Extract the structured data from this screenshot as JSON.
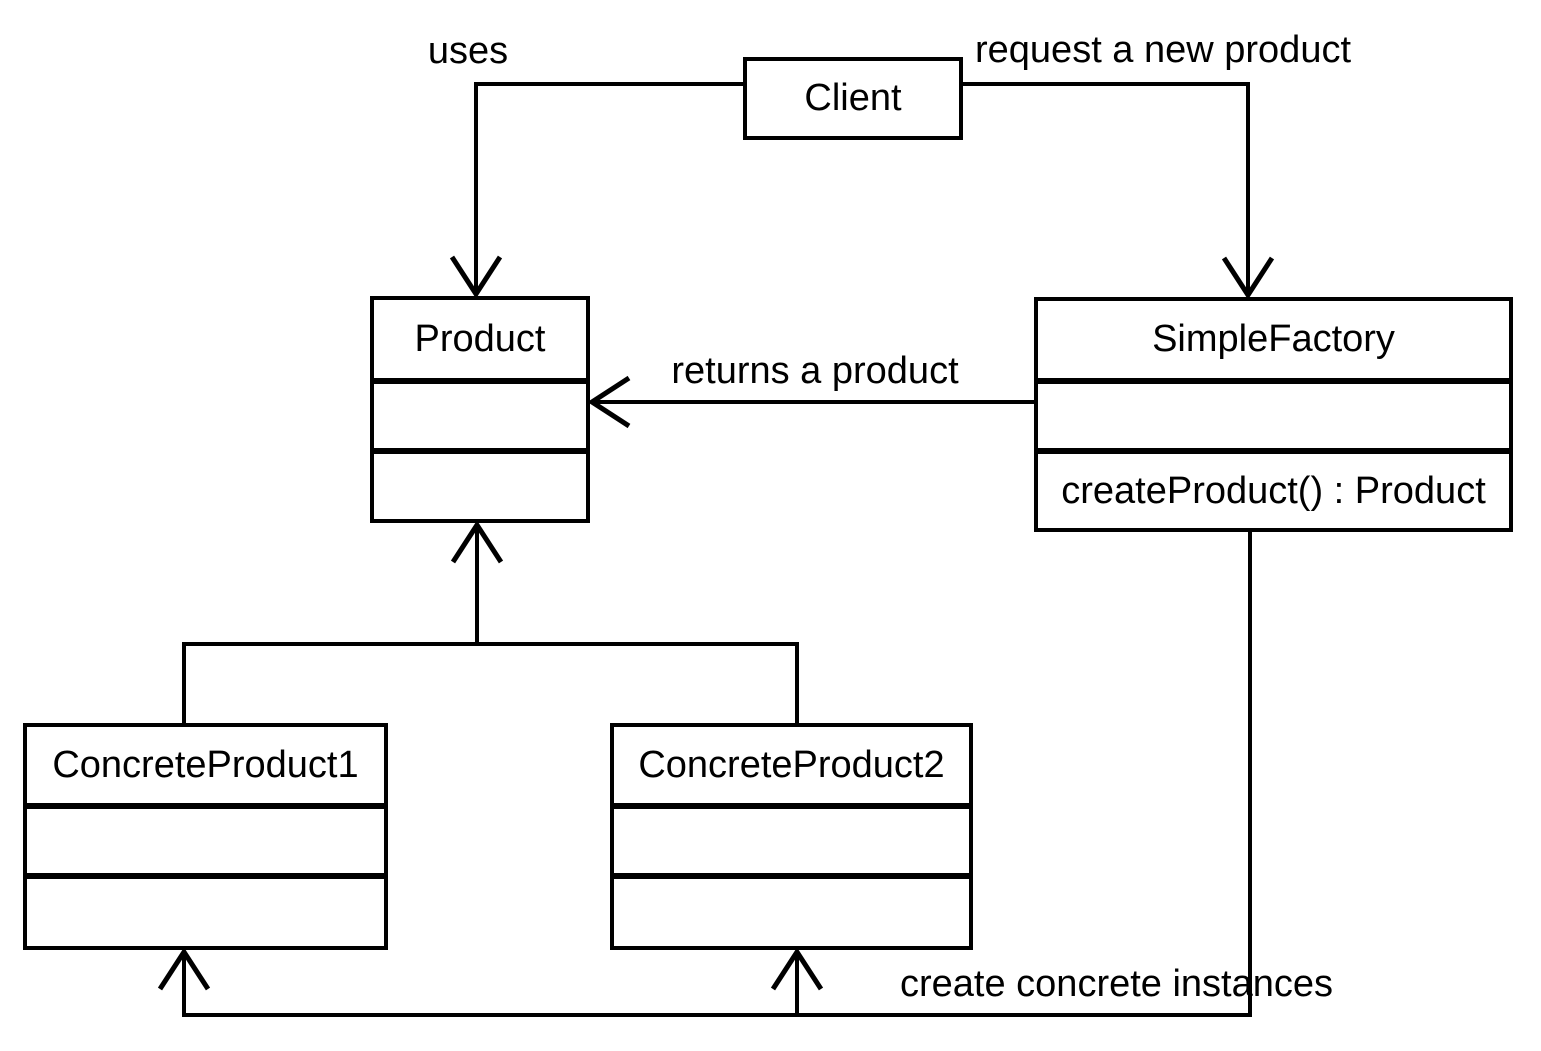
{
  "colors": {
    "stroke": "#000000",
    "background": "#ffffff"
  },
  "classes": {
    "client": {
      "name": "Client"
    },
    "product": {
      "name": "Product"
    },
    "simpleFactory": {
      "name": "SimpleFactory",
      "method": "createProduct() : Product"
    },
    "concreteProduct1": {
      "name": "ConcreteProduct1"
    },
    "concreteProduct2": {
      "name": "ConcreteProduct2"
    }
  },
  "edges": {
    "uses": {
      "label": "uses"
    },
    "requestNewProduct": {
      "label": "request a new product"
    },
    "returnsProduct": {
      "label": "returns a product"
    },
    "createInstances": {
      "label": "create concrete instances"
    }
  }
}
